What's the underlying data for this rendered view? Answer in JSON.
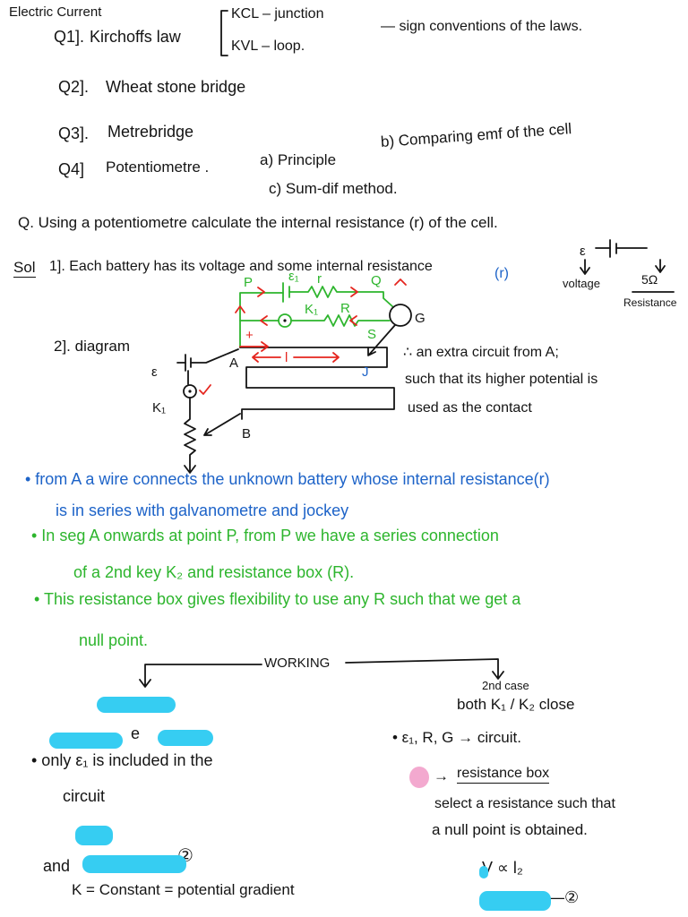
{
  "colors": {
    "paper": "#ffffff",
    "ink": "#141414",
    "red": "#e5261f",
    "green": "#2db52d",
    "blue": "#1d63c8",
    "cyan_redaction": "#36cdf2",
    "pink_redaction": "#f3a9cf"
  },
  "header": {
    "title": "Electric Current"
  },
  "topics": {
    "q1": {
      "label": "Q1].",
      "text": "Kirchoffs law",
      "kcl": "KCL – junction",
      "kvl": "KVL – loop.",
      "note": "— sign conventions of the laws."
    },
    "q2": {
      "label": "Q2].",
      "text": "Wheat stone bridge"
    },
    "q3": {
      "label": "Q3].",
      "text": "Metrebridge"
    },
    "q4": {
      "label": "Q4]",
      "text": "Potentiometre .",
      "a": "a) Principle",
      "b": "b) Comparing emf of the cell",
      "c": "c) Sum-dif method."
    }
  },
  "question": "Q. Using a potentiometre calculate the internal resistance (r) of the cell.",
  "solution": {
    "label": "Sol",
    "point1": "1]. Each battery has its voltage and some internal resistance",
    "point1_symbol": "(r)",
    "cell_sketch": {
      "emf": "ε",
      "voltage": "voltage",
      "resistance_value": "5Ω",
      "resistance": "Resistance"
    },
    "point2": "2]. diagram",
    "explanation": [
      "∴ an extra circuit from A;",
      "such that its higher potential is",
      "used as the contact"
    ]
  },
  "circuit": {
    "labels": {
      "P": "P",
      "E1": "ε₁",
      "r": "r",
      "Q": "Q",
      "plus": "+",
      "K1_upper": "K₁",
      "R": "R",
      "S": "S",
      "G": "G",
      "A": "A",
      "l": "l",
      "J": "J",
      "E": "ε",
      "K1": "K₁",
      "B": "B"
    }
  },
  "notes": {
    "blue": [
      "• from A a wire connects the unknown battery whose internal resistance(r)",
      "is in series with galvanometre and jockey"
    ],
    "green": [
      "• In seg A onwards at point P, from P we have a series connection",
      "of a 2nd key K₂ and resistance box (R).",
      "• This resistance box gives flexibility to use any R such that we get a",
      "null point."
    ]
  },
  "working": {
    "heading": "WORKING",
    "left": {
      "fragment": "e",
      "line1": "• only ε₁ is included in the",
      "line2": "circuit",
      "and": "and",
      "circle_num": "②",
      "formula": "K = Constant = potential gradient"
    },
    "right": {
      "case": "2nd case",
      "line1": "both K₁ / K₂ close",
      "line2": "• ε₁, R, G → circuit.",
      "arrow": "→",
      "box": "resistance box",
      "line3": "select a resistance such that",
      "line4": "a null point is obtained.",
      "proportion": "V ∝ l₂",
      "eq_num": "—②"
    }
  }
}
